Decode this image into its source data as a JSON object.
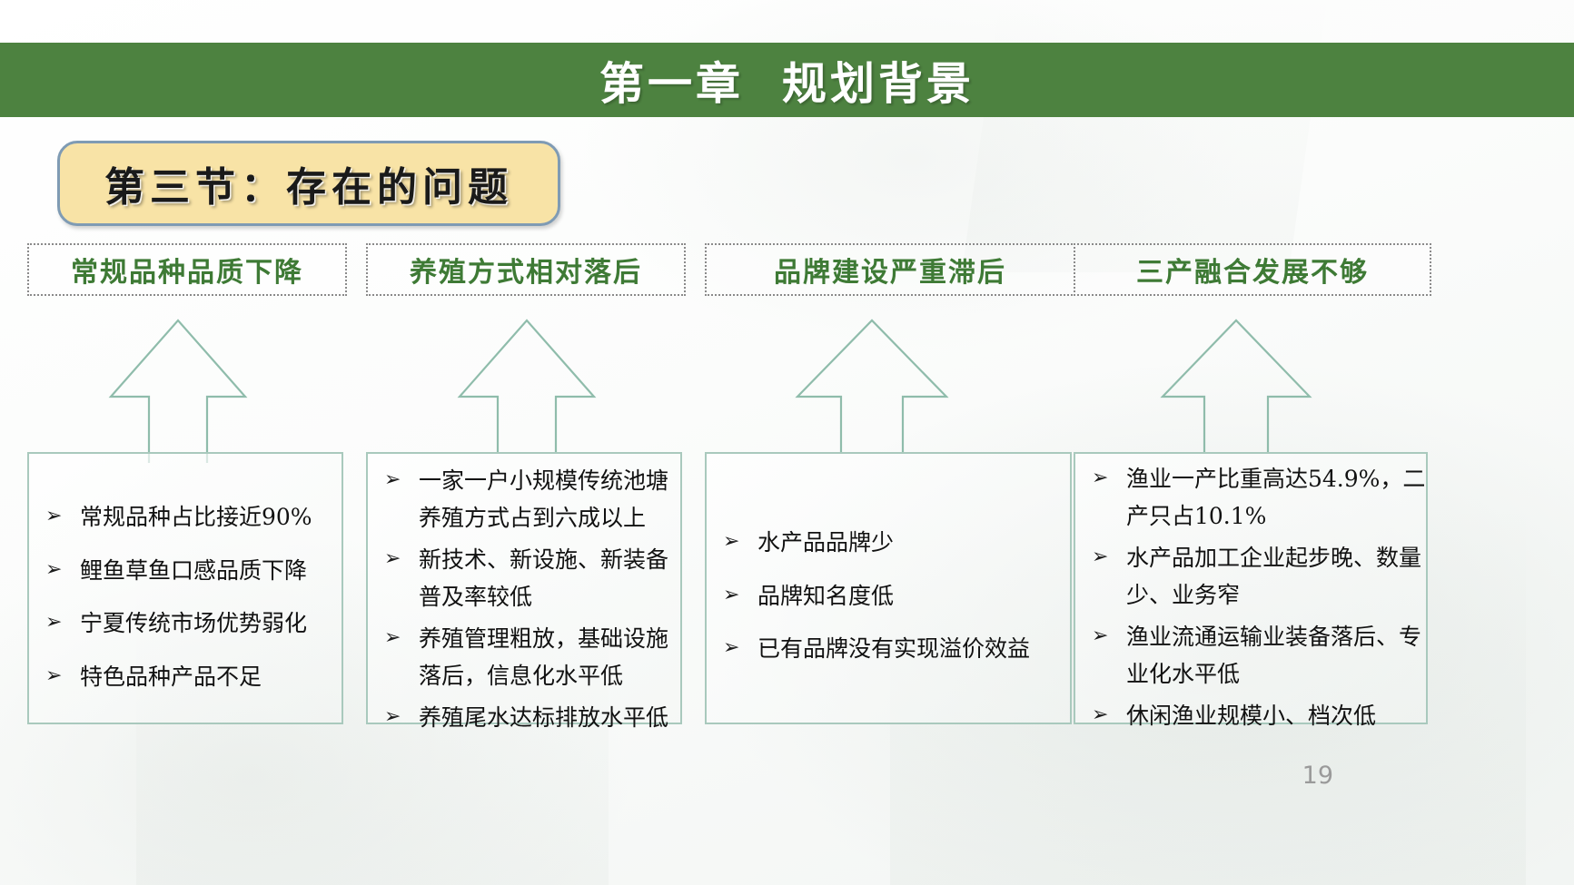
{
  "header": {
    "title": "第一章  规划背景",
    "bar_color": "#4d8240"
  },
  "section_chip": {
    "label": "第三节：存在的问题",
    "fill_color": "#f8e3a6",
    "border_color": "#7f9bb4"
  },
  "columns": [
    {
      "header": "常规品种品质下降",
      "items": [
        "常规品种占比接近90%",
        "鲤鱼草鱼口感品质下降",
        "宁夏传统市场优势弱化",
        "特色品种产品不足"
      ]
    },
    {
      "header": "养殖方式相对落后",
      "items": [
        "一家一户小规模传统池塘养殖方式占到六成以上",
        "新技术、新设施、新装备普及率较低",
        "养殖管理粗放，基础设施落后，信息化水平低",
        "养殖尾水达标排放水平低"
      ]
    },
    {
      "header": "品牌建设严重滞后",
      "items": [
        "水产品品牌少",
        "品牌知名度低",
        "已有品牌没有实现溢价效益"
      ]
    },
    {
      "header": "三产融合发展不够",
      "items": [
        "渔业一产比重高达54.9%，二产只占10.1%",
        "水产品加工企业起步晚、数量少、业务窄",
        "渔业流通运输业装备落后、专业化水平低",
        "休闲渔业规模小、档次低"
      ]
    }
  ],
  "bullet_marker": "➢",
  "arrow_color": "#8fbcab",
  "header_text_color": "#3e7a35",
  "box_border_color": "#a9c9bd",
  "page_number": "19"
}
